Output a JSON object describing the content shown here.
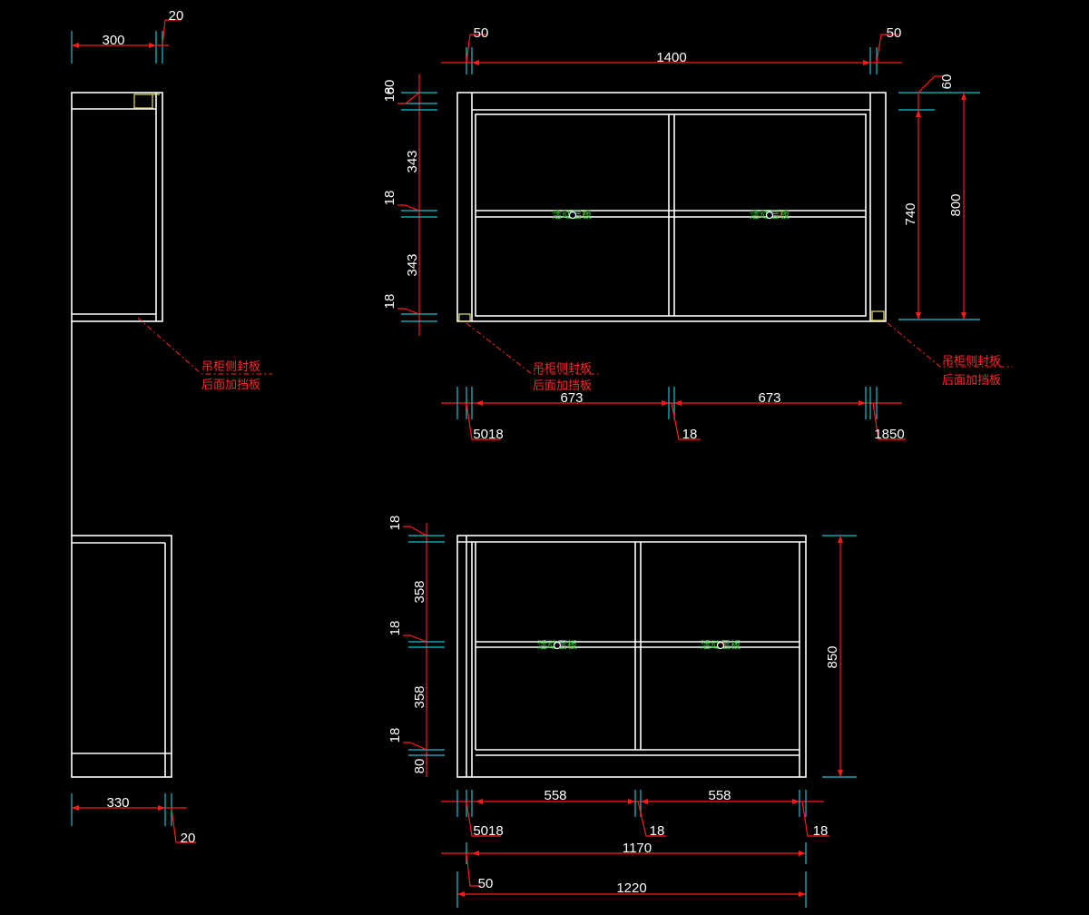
{
  "side_view": {
    "top_depth": "300",
    "top_gap": "20",
    "bottom_depth": "330",
    "bottom_gap": "20",
    "note_line1": "吊柜侧封板",
    "note_line2": "后面加挡板"
  },
  "upper_cabinet": {
    "side_left": "50",
    "side_right": "50",
    "total_width": "1400",
    "top_rail_a": "18",
    "top_rail_b": "60",
    "shelf_gap_upper": "343",
    "shelf_thickness": "18",
    "shelf_gap_lower": "343",
    "bottom_thickness": "18",
    "top_right_60": "60",
    "inner_height": "740",
    "total_height": "800",
    "bay_left": "673",
    "bay_right": "673",
    "bottom_left_label": "5018",
    "middle_divider": "18",
    "bottom_right_label": "1850",
    "shelf_label": "活动层板",
    "note_left_1": "吊柜侧封板",
    "note_left_2": "后面加挡板",
    "note_right_1": "吊柜侧封板",
    "note_right_2": "后面加挡板"
  },
  "lower_cabinet": {
    "top_thickness": "18",
    "gap_upper": "358",
    "shelf_thickness": "18",
    "gap_lower": "358",
    "bottom_thickness": "18",
    "plinth": "80",
    "total_height": "850",
    "bay_left": "558",
    "bay_right": "558",
    "bottom_left_label": "5018",
    "middle_divider": "18",
    "right_divider": "18",
    "inner_width": "1170",
    "left_offset": "50",
    "total_width": "1220",
    "shelf_label": "活动层板"
  },
  "colors": {
    "background": "#000000",
    "geometry": "#ffffff",
    "dimension_line": "#ff1a1a",
    "extension_line": "#19c3d3",
    "label_text": "#ffffff",
    "note_text": "#ff2a2a",
    "highlight": "#e5e06b",
    "shelf_text": "#22dd22"
  }
}
